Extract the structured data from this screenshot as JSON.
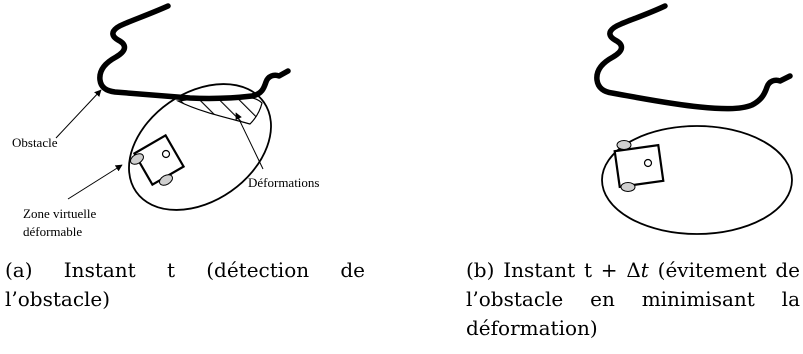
{
  "panel_a": {
    "labels": {
      "obstacle": "Obstacle",
      "deformations": "Déformations",
      "zone_line1": "Zone virtuelle",
      "zone_line2": "déformable"
    },
    "caption": {
      "tag": "(a)",
      "line1": "Instant t (détection de",
      "line2": "l’obstacle)"
    }
  },
  "panel_b": {
    "caption": {
      "tag": "(b)",
      "pre": "Instant t + Δ",
      "var": "t",
      "post": " (évite­ment de l’obstacle en mi­nimisant la déformation)"
    }
  }
}
